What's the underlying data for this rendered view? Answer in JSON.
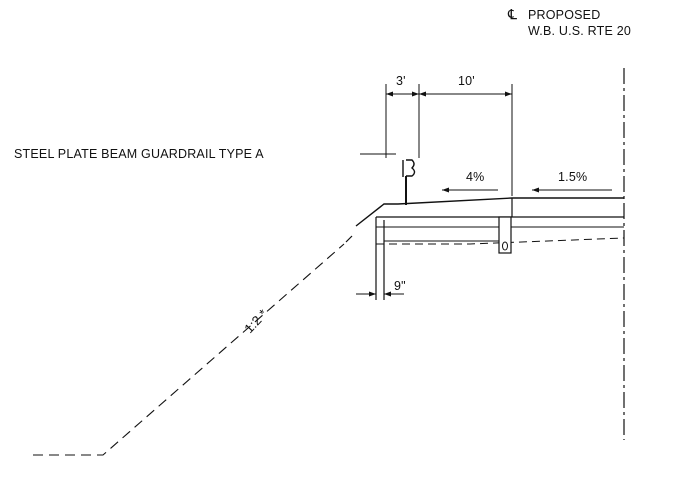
{
  "centerline": {
    "symbol": "℄",
    "line1": "PROPOSED",
    "line2": "W.B. U.S. RTE 20"
  },
  "dimensions": {
    "guardrail_offset": "3'",
    "shoulder_width": "10'",
    "curb_offset": "9\""
  },
  "slopes": {
    "shoulder": "4%",
    "travel_lane": "1.5%",
    "embankment": "1:2 *"
  },
  "callouts": {
    "guardrail": "STEEL PLATE BEAM GUARDRAIL TYPE A"
  },
  "colors": {
    "ink": "#111111",
    "background": "#ffffff"
  }
}
